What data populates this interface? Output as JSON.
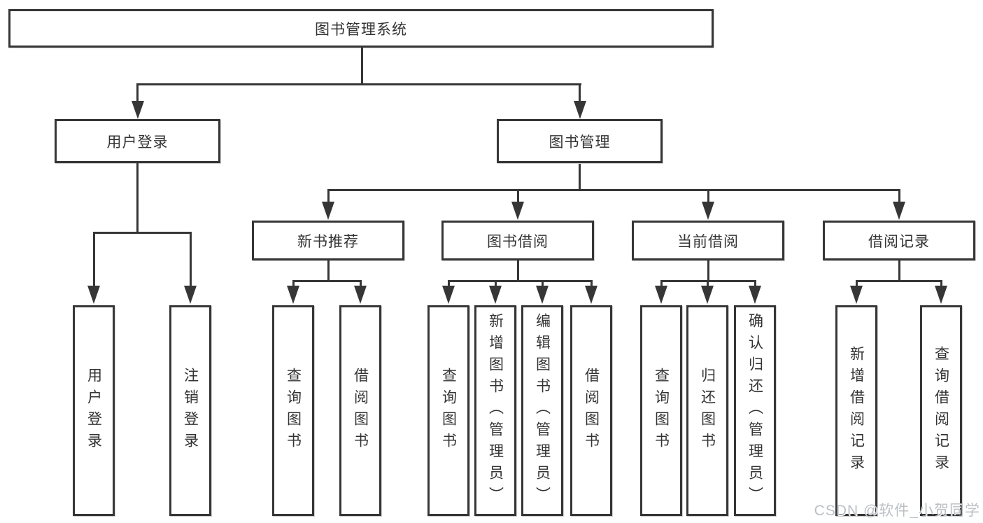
{
  "diagram": {
    "title": "图书管理系统",
    "root": {
      "label": "图书管理系统"
    },
    "level2": [
      {
        "label": "用户登录"
      },
      {
        "label": "图书管理"
      }
    ],
    "level3": [
      {
        "label": "新书推荐",
        "parent": "图书管理"
      },
      {
        "label": "图书借阅",
        "parent": "图书管理"
      },
      {
        "label": "当前借阅",
        "parent": "图书管理"
      },
      {
        "label": "借阅记录",
        "parent": "图书管理"
      }
    ],
    "leaves": [
      {
        "label": "用户登录",
        "parent": "用户登录"
      },
      {
        "label": "注销登录",
        "parent": "用户登录"
      },
      {
        "label": "查询图书",
        "parent": "新书推荐"
      },
      {
        "label": "借阅图书",
        "parent": "新书推荐"
      },
      {
        "label": "查询图书",
        "parent": "图书借阅"
      },
      {
        "label": "新增图书（管理员）",
        "parent": "图书借阅"
      },
      {
        "label": "编辑图书（管理员）",
        "parent": "图书借阅"
      },
      {
        "label": "借阅图书",
        "parent": "图书借阅"
      },
      {
        "label": "查询图书",
        "parent": "当前借阅"
      },
      {
        "label": "归还图书",
        "parent": "当前借阅"
      },
      {
        "label": "确认归还（管理员）",
        "parent": "当前借阅"
      },
      {
        "label": "新增借阅记录",
        "parent": "借阅记录"
      },
      {
        "label": "查询借阅记录",
        "parent": "借阅记录"
      }
    ]
  },
  "watermark": {
    "text": "CSDN @软件_小贺同学"
  },
  "colors": {
    "line": "#363636",
    "text": "#333333",
    "watermark_gray": "#bcc0c4",
    "background": "#ffffff"
  }
}
